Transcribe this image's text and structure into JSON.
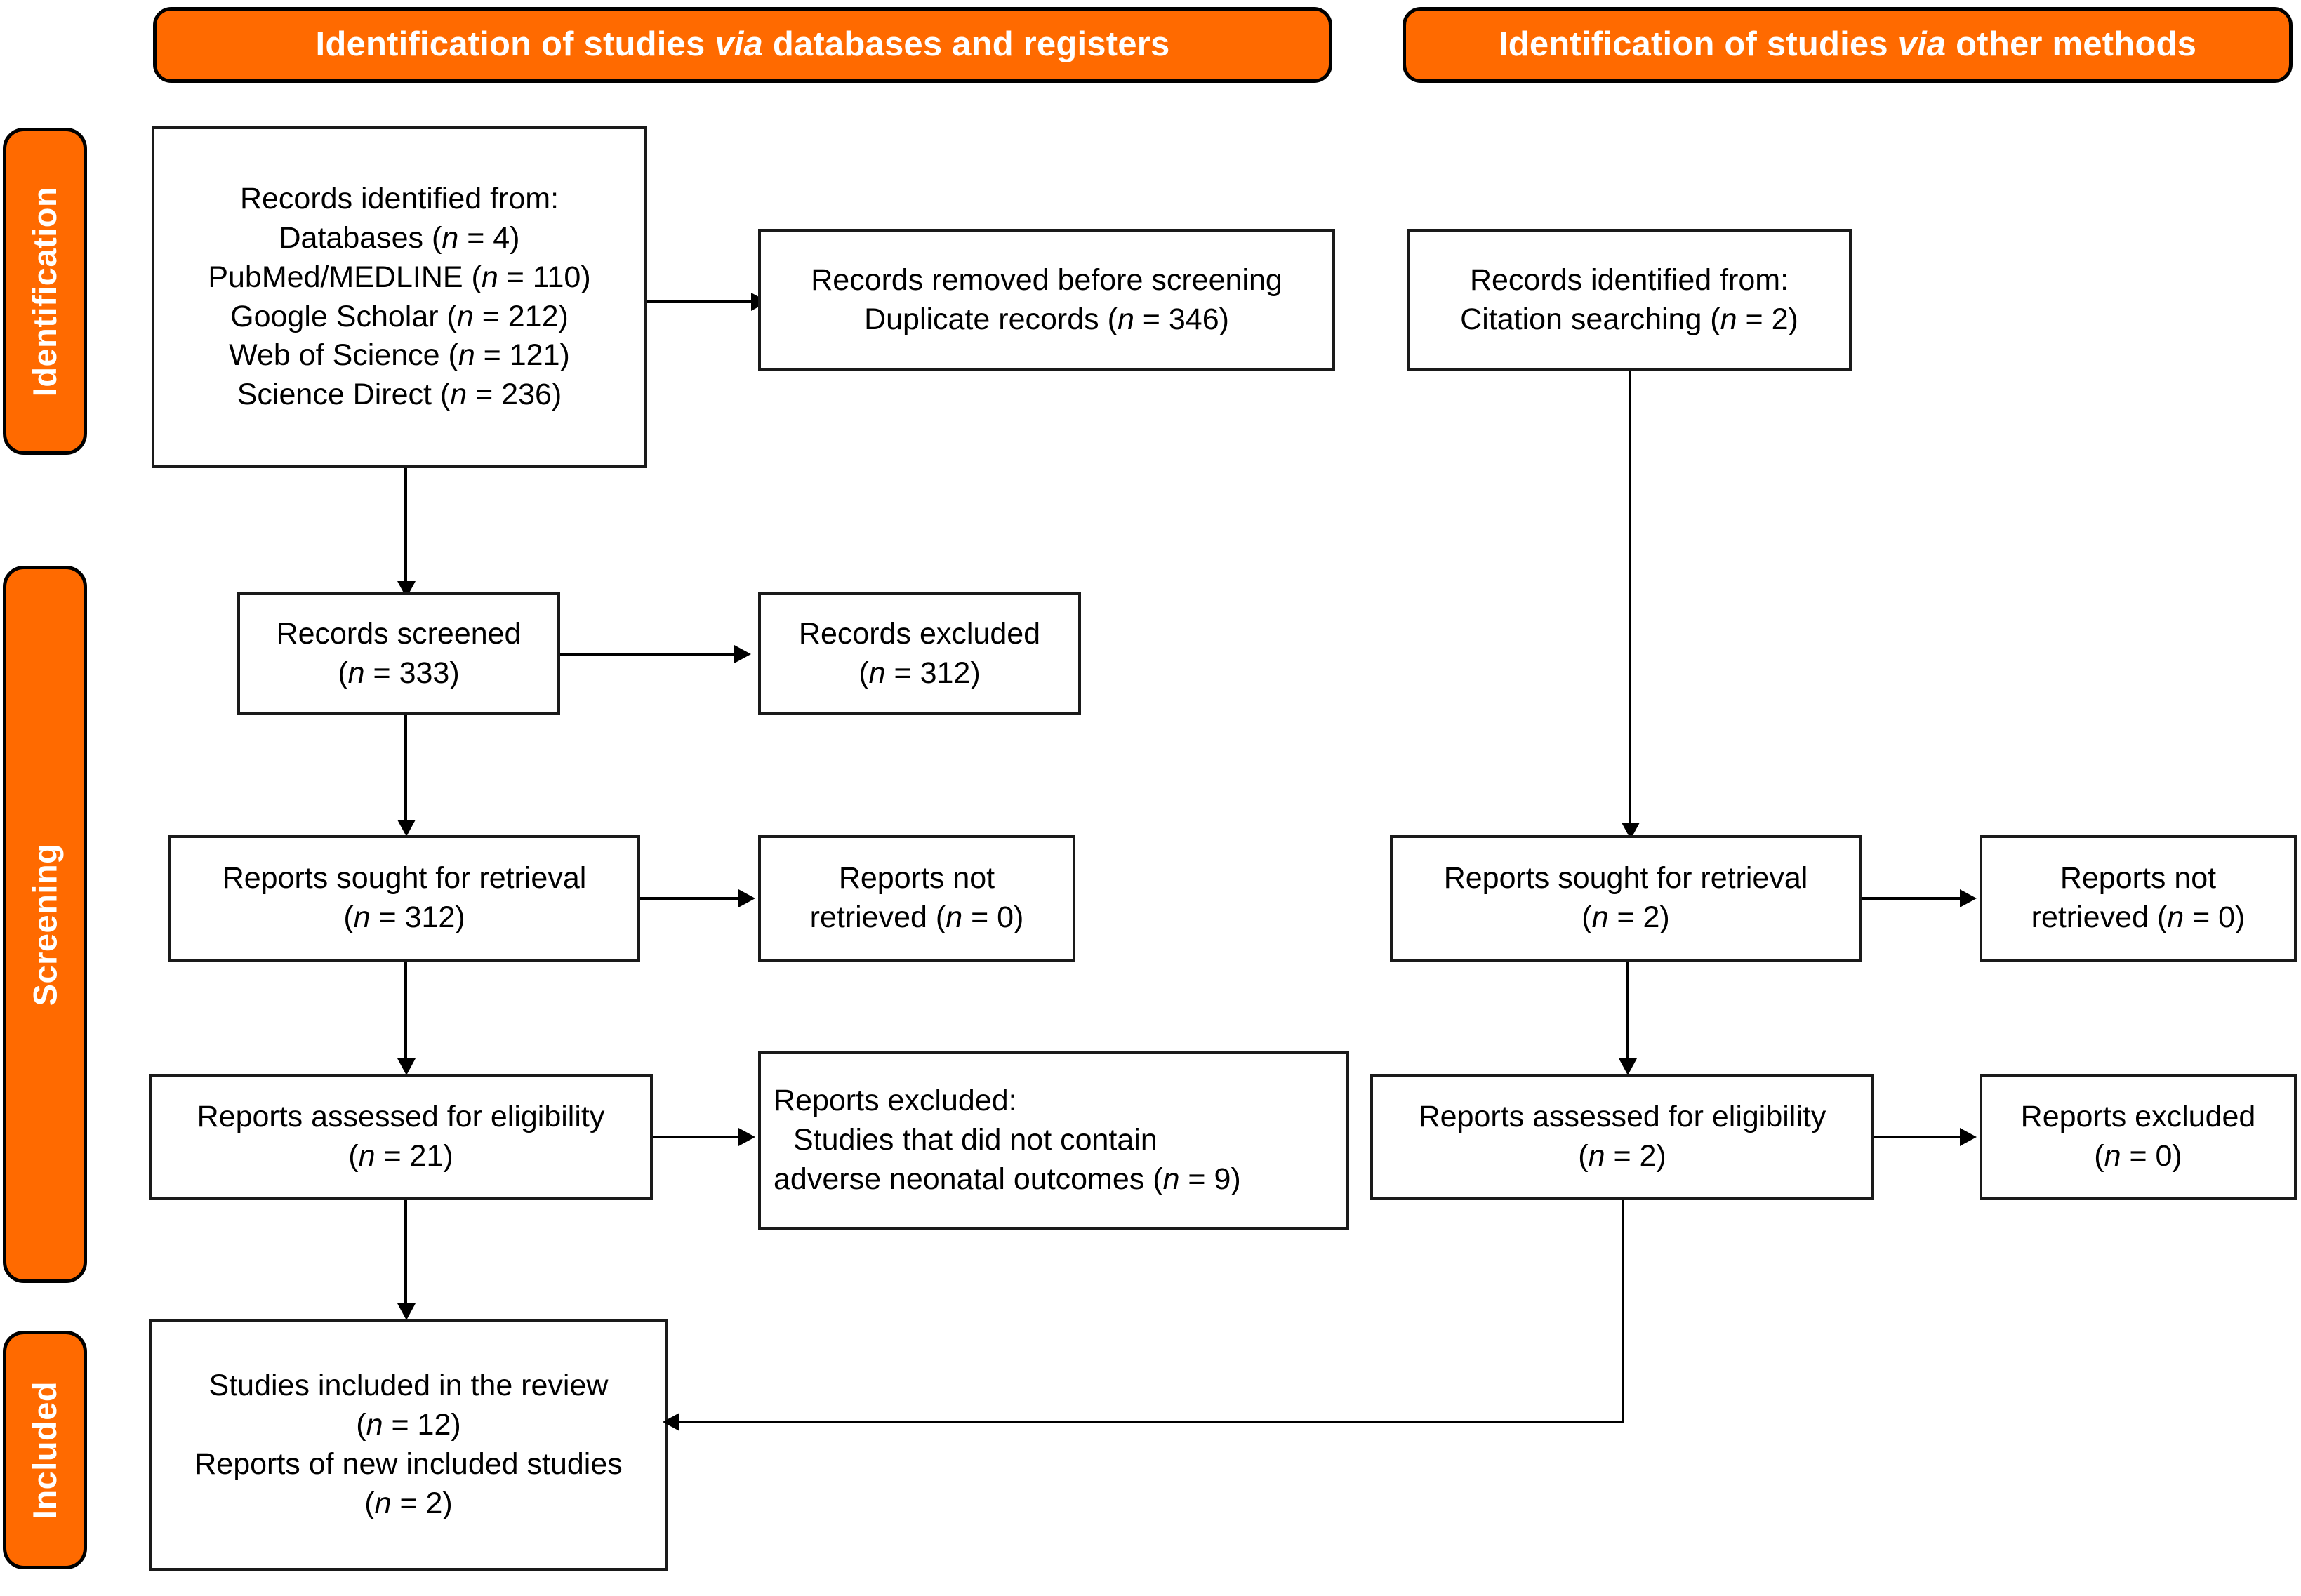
{
  "colors": {
    "accent_orange": "#FF6A00",
    "box_border": "#1a1a1a",
    "banner_text": "#ffffff",
    "body_text": "#000000"
  },
  "banners": {
    "left": {
      "pre": "Identification of studies ",
      "italic": "via",
      "post": " databases and registers"
    },
    "right": {
      "pre": "Identification of studies ",
      "italic": "via",
      "post": " other methods"
    }
  },
  "stages": [
    {
      "label": "Identification"
    },
    {
      "label": "Screening"
    },
    {
      "label": "Included"
    }
  ],
  "boxes": {
    "records_identified_db": {
      "lines": [
        "Records identified from:",
        "Databases (n = 4)",
        "PubMed/MEDLINE (n = 110)",
        "Google Scholar (n = 212)",
        "Web of Science (n = 121)",
        "Science Direct (n = 236)"
      ]
    },
    "records_removed": {
      "lines": [
        "Records removed before screening",
        "Duplicate records (n = 346)"
      ]
    },
    "records_identified_other": {
      "lines": [
        "Records identified from:",
        "Citation searching (n = 2)"
      ]
    },
    "records_screened": {
      "lines": [
        "Records screened",
        "(n = 333)"
      ]
    },
    "records_excluded": {
      "lines": [
        "Records excluded",
        "(n = 312)"
      ]
    },
    "reports_sought_left": {
      "lines": [
        "Reports sought for retrieval",
        "(n = 312)"
      ]
    },
    "reports_not_retrieved_left": {
      "lines": [
        "Reports not",
        "retrieved (n = 0)"
      ]
    },
    "reports_sought_right": {
      "lines": [
        "Reports sought for retrieval",
        "(n = 2)"
      ]
    },
    "reports_not_retrieved_right": {
      "lines": [
        "Reports not",
        "retrieved (n = 0)"
      ]
    },
    "reports_assessed_left": {
      "lines": [
        "Reports assessed for eligibility",
        "(n = 21)"
      ]
    },
    "reports_excluded_left": {
      "lines": [
        "Reports excluded:",
        "Studies that did not contain",
        "adverse neonatal outcomes (n = 9)"
      ]
    },
    "reports_assessed_right": {
      "lines": [
        "Reports assessed for eligibility",
        "(n = 2)"
      ]
    },
    "reports_excluded_right": {
      "lines": [
        "Reports excluded",
        "(n = 0)"
      ]
    },
    "studies_included": {
      "lines": [
        "Studies included in the review",
        "(n = 12)",
        "Reports of new included studies",
        "(n = 2)"
      ]
    }
  }
}
